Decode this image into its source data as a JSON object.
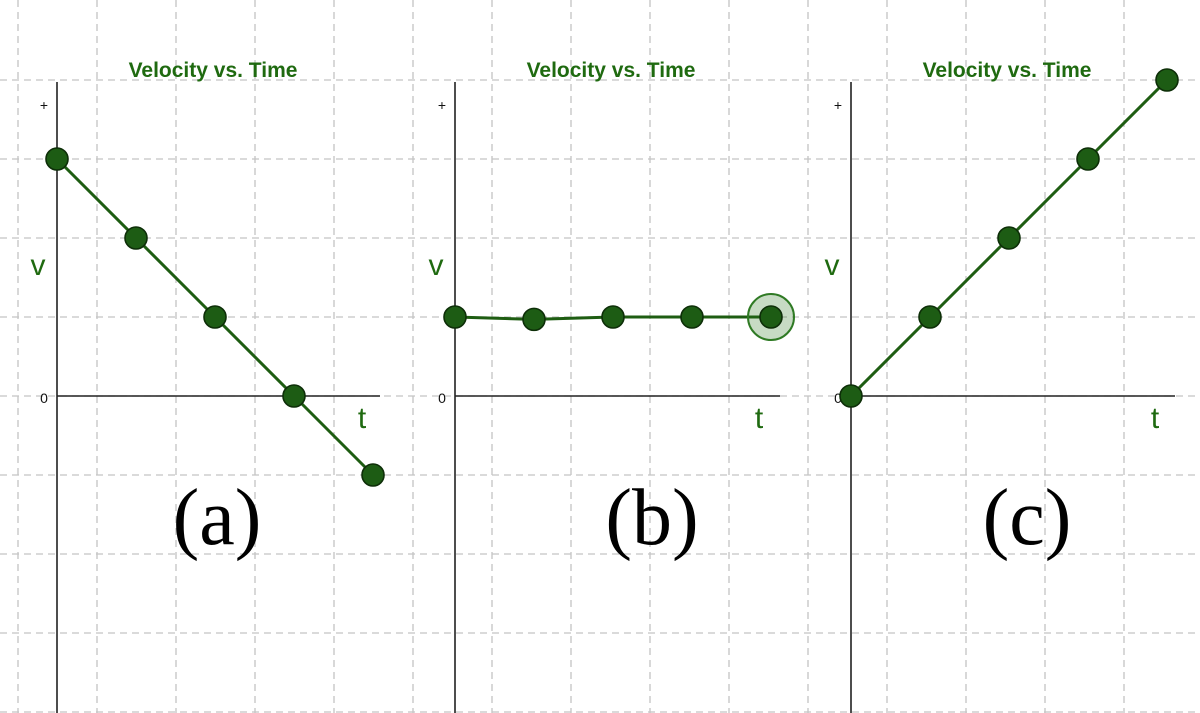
{
  "chart_data": [
    {
      "type": "line",
      "title": "Velocity vs. Time",
      "xlabel": "t",
      "ylabel": "v",
      "y_tick_labels": [
        "+",
        "0"
      ],
      "panel_label": "(a)",
      "x": [
        0,
        1,
        2,
        3,
        4
      ],
      "series": [
        {
          "values": [
            3,
            2,
            1,
            0,
            -1
          ]
        }
      ],
      "grid": true,
      "color": "#1e5d12"
    },
    {
      "type": "line",
      "title": "Velocity vs. Time",
      "xlabel": "t",
      "ylabel": "v",
      "y_tick_labels": [
        "+",
        "0"
      ],
      "panel_label": "(b)",
      "x": [
        0,
        1,
        2,
        3,
        4
      ],
      "series": [
        {
          "values": [
            1,
            0.97,
            1,
            1,
            1
          ]
        }
      ],
      "highlighted_point_index": 4,
      "grid": true,
      "color": "#1e5d12"
    },
    {
      "type": "line",
      "title": "Velocity vs. Time",
      "xlabel": "t",
      "ylabel": "v",
      "y_tick_labels": [
        "+",
        "0"
      ],
      "panel_label": "(c)",
      "x": [
        0,
        1,
        2,
        3,
        4
      ],
      "series": [
        {
          "values": [
            0,
            1,
            2,
            3,
            4
          ]
        }
      ],
      "grid": true,
      "color": "#1e5d12"
    }
  ]
}
